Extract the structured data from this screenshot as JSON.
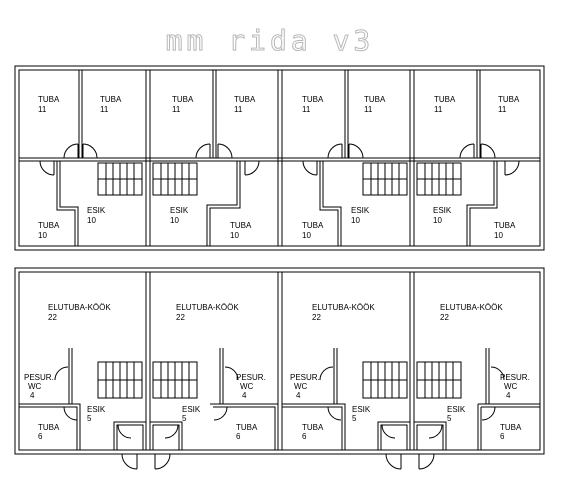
{
  "title": "mm rida v3",
  "upper_floor": {
    "units": [
      {
        "rooms": [
          {
            "name": "TUBA",
            "area": "11"
          },
          {
            "name": "TUBA",
            "area": "11"
          },
          {
            "name": "TUBA",
            "area": "10"
          },
          {
            "name": "ESIK",
            "area": "10"
          }
        ]
      },
      {
        "rooms": [
          {
            "name": "TUBA",
            "area": "11"
          },
          {
            "name": "TUBA",
            "area": "11"
          },
          {
            "name": "ESIK",
            "area": "10"
          },
          {
            "name": "TUBA",
            "area": "10"
          }
        ]
      },
      {
        "rooms": [
          {
            "name": "TUBA",
            "area": "11"
          },
          {
            "name": "TUBA",
            "area": "11"
          },
          {
            "name": "TUBA",
            "area": "10"
          },
          {
            "name": "ESIK",
            "area": "10"
          }
        ]
      },
      {
        "rooms": [
          {
            "name": "TUBA",
            "area": "11"
          },
          {
            "name": "TUBA",
            "area": "11"
          },
          {
            "name": "ESIK",
            "area": "10"
          },
          {
            "name": "TUBA",
            "area": "10"
          }
        ]
      }
    ]
  },
  "ground_floor": {
    "units": [
      {
        "rooms": [
          {
            "name": "ELUTUBA-KÖÖK",
            "area": "22"
          },
          {
            "name": "PESUR.\nWC",
            "area": "4"
          },
          {
            "name": "ESIK",
            "area": "5"
          },
          {
            "name": "TUBA",
            "area": "6"
          }
        ]
      },
      {
        "rooms": [
          {
            "name": "ELUTUBA-KÖÖK",
            "area": "22"
          },
          {
            "name": "ESIK",
            "area": "5"
          },
          {
            "name": "PESUR.\nWC",
            "area": "4"
          },
          {
            "name": "TUBA",
            "area": "6"
          }
        ]
      },
      {
        "rooms": [
          {
            "name": "ELUTUBA-KÖÖK",
            "area": "22"
          },
          {
            "name": "PESUR.\nWC",
            "area": "4"
          },
          {
            "name": "TUBA",
            "area": "6"
          },
          {
            "name": "ESIK",
            "area": "5"
          }
        ]
      },
      {
        "rooms": [
          {
            "name": "ELUTUBA-KÖÖK",
            "area": "22"
          },
          {
            "name": "ESIK",
            "area": "5"
          },
          {
            "name": "PESUR.\nWC",
            "area": "4"
          },
          {
            "name": "TUBA",
            "area": "6"
          }
        ]
      }
    ]
  }
}
